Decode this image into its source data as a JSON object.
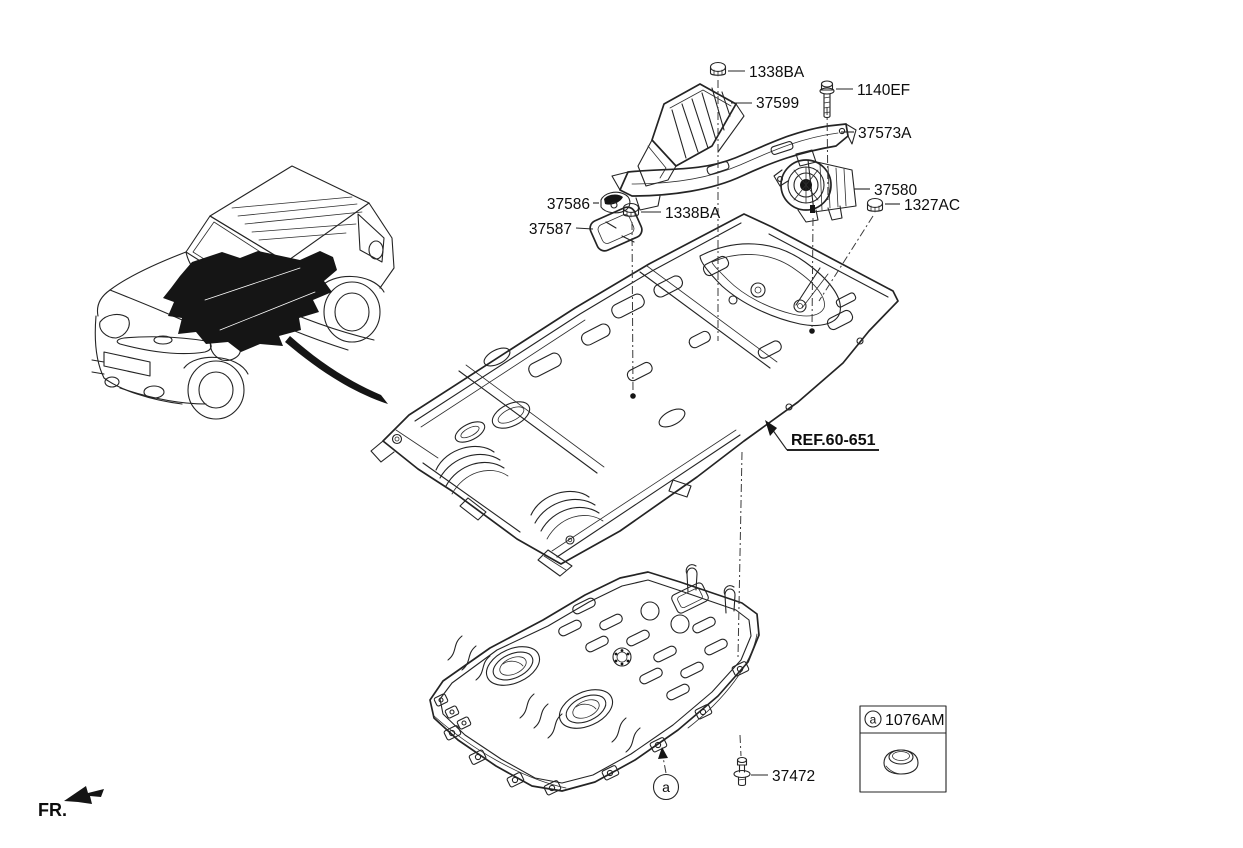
{
  "diagram": {
    "front_marker": "FR.",
    "reference": {
      "label": "REF.60-651"
    },
    "legend": {
      "marker": "a",
      "part_number": "1076AM"
    },
    "markers": {
      "a": "a"
    },
    "parts": {
      "nut_top": "1338BA",
      "duct_cover": "37599",
      "duct_bolt": "1140EF",
      "duct_assembly": "37573A",
      "blower": "37580",
      "blower_nut": "1327AC",
      "grommet_bracket": "37586",
      "nut_mid": "1338BA",
      "service_cover": "37587",
      "battery_bolt": "37472"
    }
  }
}
